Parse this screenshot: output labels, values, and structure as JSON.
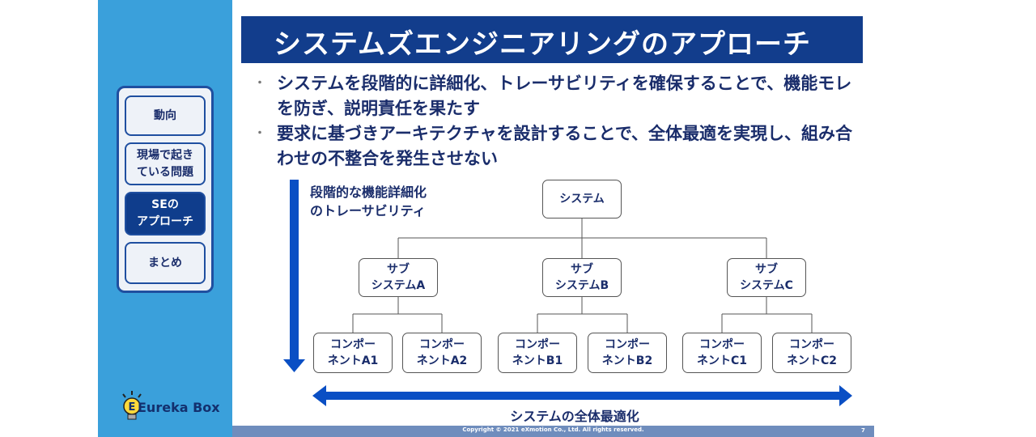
{
  "title": "システムズエンジニアリングのアプローチ",
  "sidebar": {
    "items": [
      {
        "label": "動向",
        "active": false
      },
      {
        "label": "現場で起き\nている問題",
        "active": false
      },
      {
        "label": "SEの\nアプローチ",
        "active": true
      },
      {
        "label": "まとめ",
        "active": false
      }
    ],
    "logo_text": "Eureka Box"
  },
  "bullets": [
    "システムを段階的に詳細化、トレーサビリティを確保することで、機能モレを防ぎ、説明責任を果たす",
    "要求に基づきアーキテクチャを設計することで、全体最適を実現し、組み合わせの不整合を発生させない"
  ],
  "bullet_marker": "・",
  "diagram": {
    "down_label": "段階的な機能詳細化\nのトレーサビリティ",
    "root": "システム",
    "subsystems": [
      "サブ\nシステムA",
      "サブ\nシステムB",
      "サブ\nシステムC"
    ],
    "components": [
      "コンポー\nネントA1",
      "コンポー\nネントA2",
      "コンポー\nネントB1",
      "コンポー\nネントB2",
      "コンポー\nネントC1",
      "コンポー\nネントC2"
    ],
    "horizontal_label": "システムの全体最適化"
  },
  "footer": {
    "copyright": "Copyright © 2021 eXmotion Co., Ltd. All rights reserved.",
    "page": "7"
  },
  "colors": {
    "sidebar": "#3aa0db",
    "title_bar": "#123d8c",
    "arrow": "#0a4fc4",
    "text": "#1a2d6b"
  }
}
